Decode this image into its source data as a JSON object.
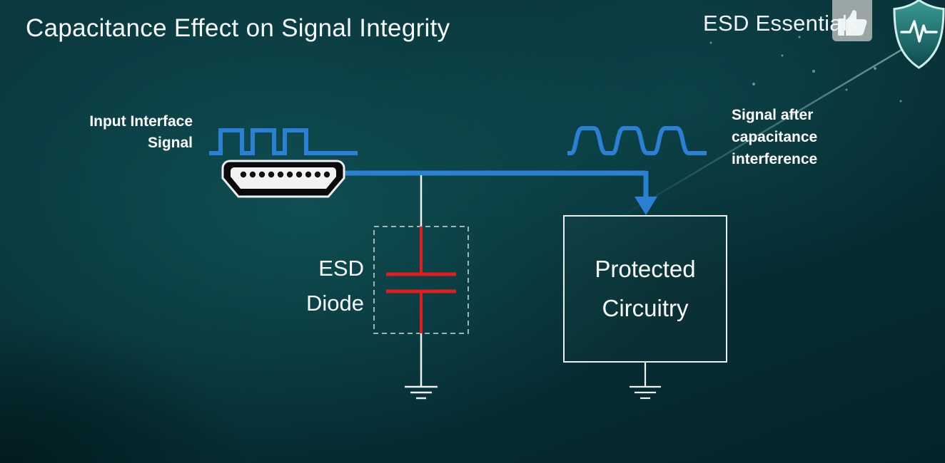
{
  "header": {
    "title": "Capacitance Effect on Signal Integrity",
    "brand": "ESD Essentials"
  },
  "diagram": {
    "input_label": {
      "line1": "Input Interface",
      "line2": "Signal"
    },
    "output_label": {
      "line1": "Signal after",
      "line2": "capacitance",
      "line3": "interference"
    },
    "esd_label": {
      "line1": "ESD",
      "line2": "Diode"
    },
    "protected_box": {
      "line1": "Protected",
      "line2": "Circuitry"
    },
    "components": [
      "clean-square-waveform",
      "hdmi-connector",
      "signal-bus-wire",
      "esd-diode-capacitor",
      "protected-circuitry-box",
      "ground-symbol-capacitor",
      "ground-symbol-circuit",
      "distorted-waveform"
    ]
  },
  "icons": {
    "shield_logo": "shield-with-pulse-icon",
    "thumbs_up": "thumbs-up-icon"
  },
  "colors": {
    "signal_blue": "#2a80d2",
    "capacitor_red": "#e11d1d",
    "line_white": "#f0f0f0",
    "background_teal": "#07343a"
  }
}
